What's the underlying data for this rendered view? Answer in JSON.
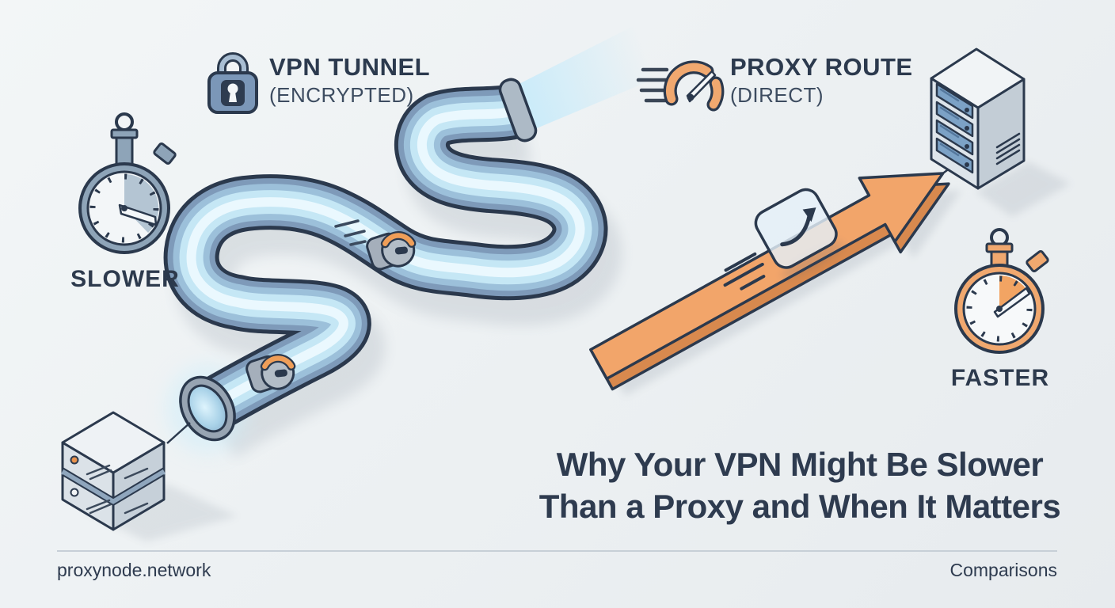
{
  "vpn_side": {
    "label": "VPN TUNNEL",
    "sublabel": "(ENCRYPTED)",
    "speed_label": "SLOWER",
    "icon": "lock-icon",
    "speed_icon": "stopwatch-icon"
  },
  "proxy_side": {
    "label": "PROXY ROUTE",
    "sublabel": "(DIRECT)",
    "speed_label": "FASTER",
    "icon": "speedometer-icon",
    "speed_icon": "stopwatch-icon"
  },
  "headline": {
    "line1": "Why Your VPN Might Be Slower",
    "line2": "Than a Proxy and When It Matters"
  },
  "footer": {
    "site": "proxynode.network",
    "category": "Comparisons"
  },
  "colors": {
    "ink": "#2b394d",
    "accent_orange": "#f2a56a",
    "tube_blue": "#7e9ab9",
    "glow_blue": "#c5e7f5",
    "background": "#edf1f3"
  }
}
